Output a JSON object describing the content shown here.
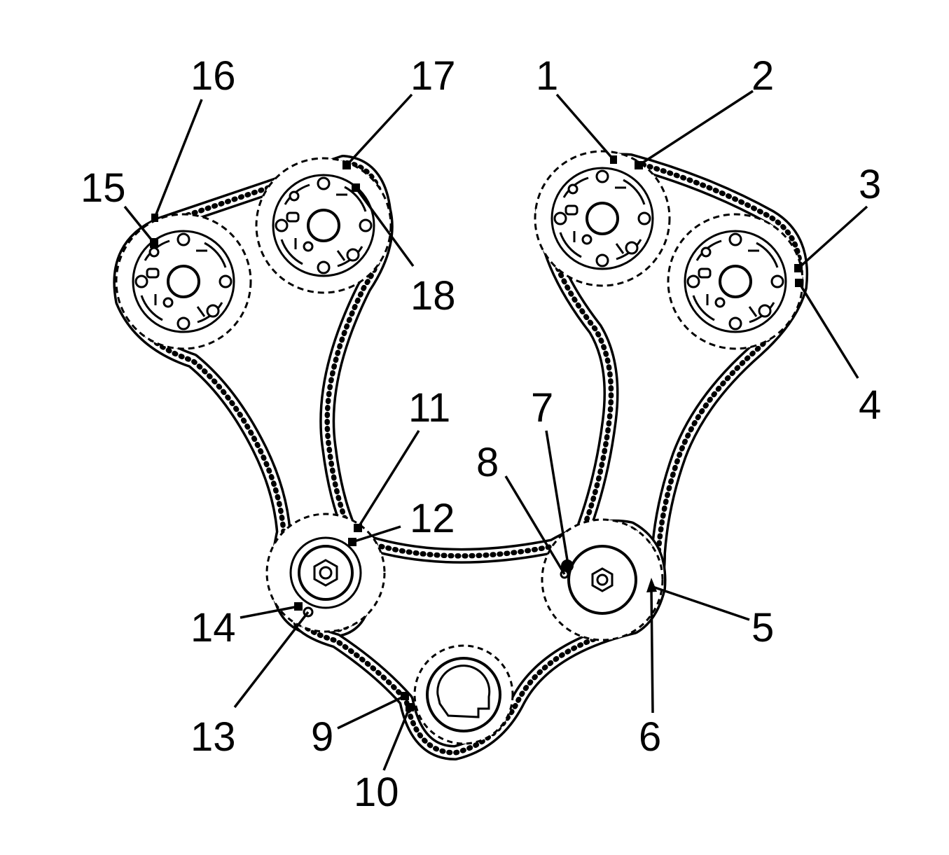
{
  "diagram": {
    "colors": {
      "line": "#000000",
      "background": "#ffffff"
    },
    "callouts": [
      {
        "id": "c1",
        "text": "1"
      },
      {
        "id": "c2",
        "text": "2"
      },
      {
        "id": "c3",
        "text": "3"
      },
      {
        "id": "c4",
        "text": "4"
      },
      {
        "id": "c5",
        "text": "5"
      },
      {
        "id": "c6",
        "text": "6"
      },
      {
        "id": "c7",
        "text": "7"
      },
      {
        "id": "c8",
        "text": "8"
      },
      {
        "id": "c9",
        "text": "9"
      },
      {
        "id": "c10",
        "text": "10"
      },
      {
        "id": "c11",
        "text": "11"
      },
      {
        "id": "c12",
        "text": "12"
      },
      {
        "id": "c13",
        "text": "13"
      },
      {
        "id": "c14",
        "text": "14"
      },
      {
        "id": "c15",
        "text": "15"
      },
      {
        "id": "c16",
        "text": "16"
      },
      {
        "id": "c17",
        "text": "17"
      },
      {
        "id": "c18",
        "text": "18"
      }
    ]
  }
}
